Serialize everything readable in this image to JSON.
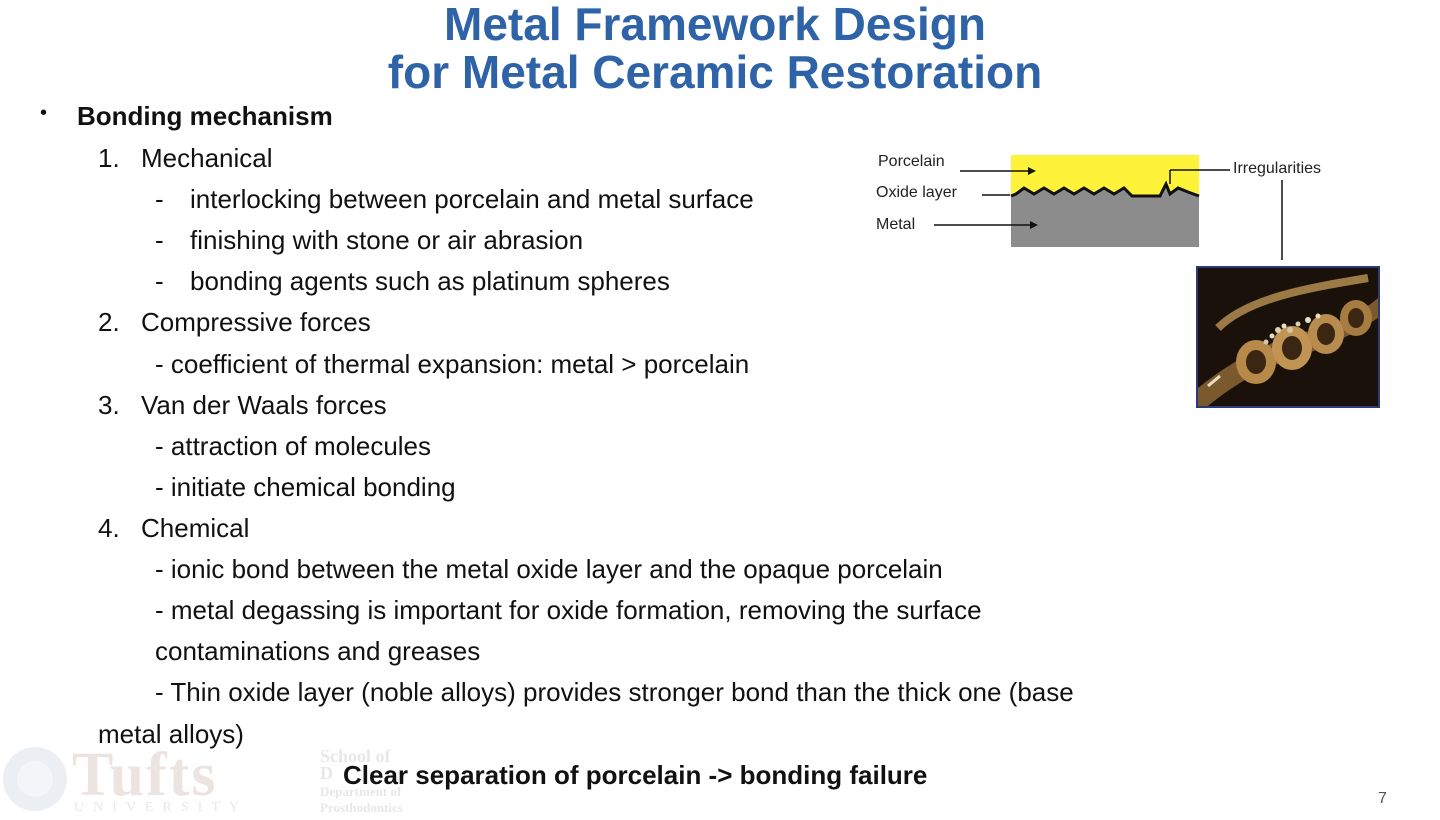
{
  "title": {
    "line1": "Metal Framework Design",
    "line2": "for Metal Ceramic Restoration"
  },
  "content": {
    "bullet_glyph": "•",
    "heading": "Bonding mechanism",
    "items": [
      {
        "num": "1.",
        "label": "Mechanical",
        "subs": [
          "interlocking between porcelain and metal surface",
          "finishing with stone or air abrasion",
          "bonding agents such as platinum spheres"
        ]
      },
      {
        "num": "2.",
        "label": "Compressive forces",
        "subs": [
          "- coefficient of thermal expansion: metal > porcelain"
        ]
      },
      {
        "num": "3.",
        "label": "Van der Waals forces",
        "subs": [
          "- attraction of molecules",
          "- initiate chemical bonding"
        ]
      },
      {
        "num": "4.",
        "label": "Chemical",
        "subs": [
          "- ionic bond between the metal oxide layer and the opaque porcelain",
          "- metal degassing is important for oxide formation, removing the surface",
          "contaminations and greases",
          "- Thin oxide layer (noble alloys) provides stronger bond than the thick one (base",
          "metal alloys)"
        ]
      }
    ],
    "dash": "-"
  },
  "diagram": {
    "labels": {
      "porcelain": "Porcelain",
      "oxide": "Oxide layer",
      "metal": "Metal",
      "irregularities": "Irregularities"
    },
    "colors": {
      "porcelain": "#fff33a",
      "metal": "#8c8c8c"
    }
  },
  "footer": {
    "logo_word": "Tufts",
    "logo_sub": "UNIVERSITY",
    "school_line1": "School of",
    "school_line2": "D",
    "dept_line1": "Department of",
    "dept_line2": "Prosthodontics",
    "note": "Clear separation of porcelain -> bonding failure",
    "page_number": "7"
  }
}
